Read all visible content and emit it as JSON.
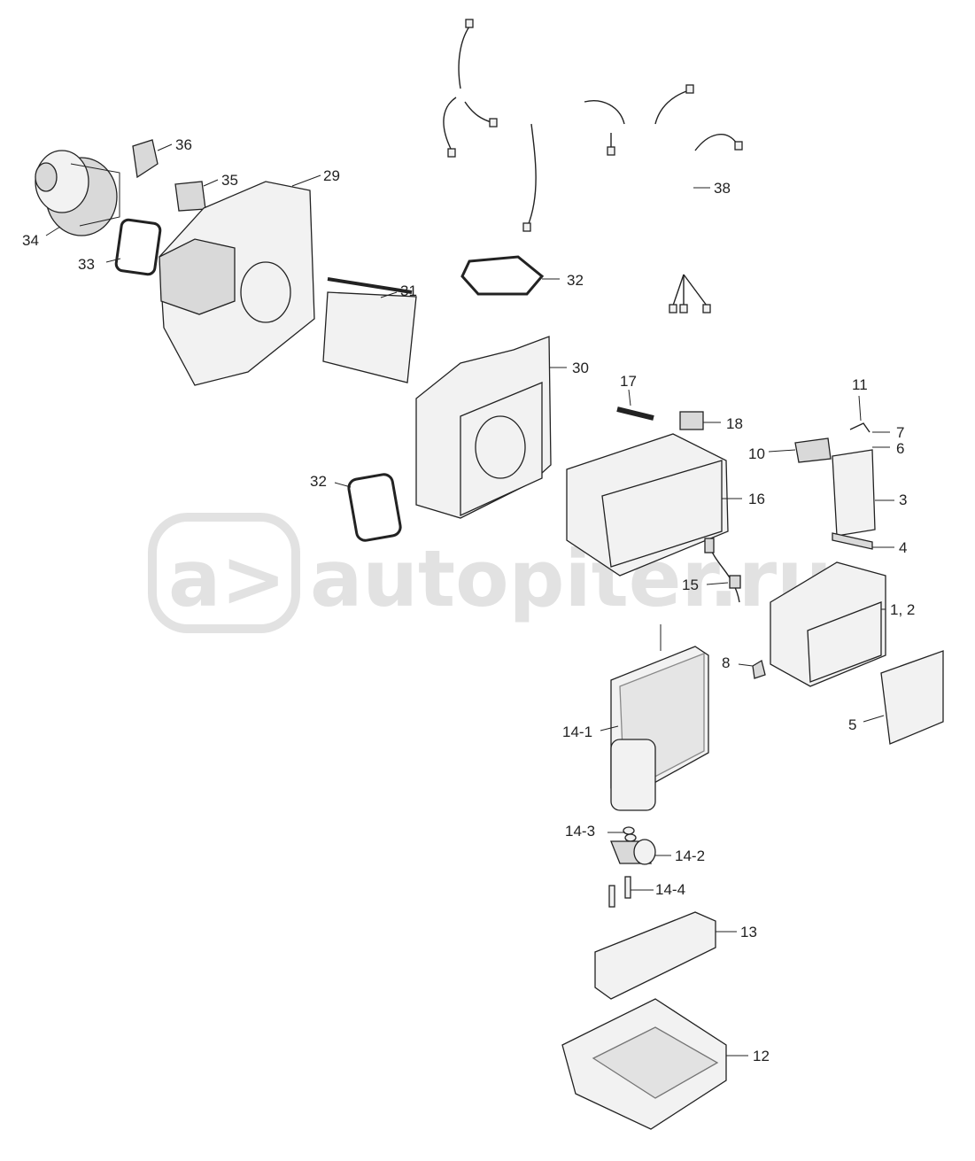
{
  "watermark": {
    "text": "autopiter.ru",
    "logo_glyph": "a>"
  },
  "callouts": [
    {
      "id": "c38",
      "text": "38"
    },
    {
      "id": "c36",
      "text": "36"
    },
    {
      "id": "c35",
      "text": "35"
    },
    {
      "id": "c29",
      "text": "29"
    },
    {
      "id": "c34",
      "text": "34"
    },
    {
      "id": "c33",
      "text": "33"
    },
    {
      "id": "c32a",
      "text": "32"
    },
    {
      "id": "c31",
      "text": "31"
    },
    {
      "id": "c30",
      "text": "30"
    },
    {
      "id": "c17",
      "text": "17"
    },
    {
      "id": "c18",
      "text": "18"
    },
    {
      "id": "c11",
      "text": "11"
    },
    {
      "id": "c7",
      "text": "7"
    },
    {
      "id": "c10",
      "text": "10"
    },
    {
      "id": "c6",
      "text": "6"
    },
    {
      "id": "c32b",
      "text": "32"
    },
    {
      "id": "c16",
      "text": "16"
    },
    {
      "id": "c3",
      "text": "3"
    },
    {
      "id": "c4",
      "text": "4"
    },
    {
      "id": "c15",
      "text": "15"
    },
    {
      "id": "c12a",
      "text": "1, 2"
    },
    {
      "id": "c8",
      "text": "8"
    },
    {
      "id": "c5",
      "text": "5"
    },
    {
      "id": "c141",
      "text": "14-1"
    },
    {
      "id": "c143",
      "text": "14-3"
    },
    {
      "id": "c142",
      "text": "14-2"
    },
    {
      "id": "c144",
      "text": "14-4"
    },
    {
      "id": "c13",
      "text": "13"
    },
    {
      "id": "c12",
      "text": "12"
    }
  ]
}
